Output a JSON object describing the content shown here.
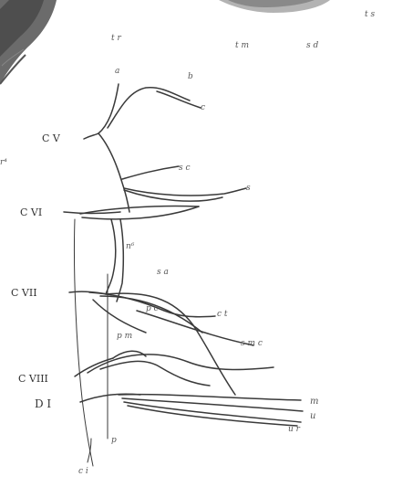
{
  "figure": {
    "nerve_roots": {
      "c5": "C V",
      "c6": "C VI",
      "c7": "C VII",
      "c8": "C VIII",
      "d1": "D I"
    },
    "labels": {
      "ts": "t s",
      "tr": "t r",
      "tm": "t m",
      "sd": "s d",
      "a": "a",
      "b": "b",
      "c": "c",
      "r4": "r⁴",
      "sc": "s c",
      "s": "s",
      "n6": "n⁶",
      "sa": "s a",
      "pc": "p c",
      "ct": "c t",
      "pm": "p m",
      "smc": "s m c",
      "m": "m",
      "u": "u",
      "ur": "u r",
      "p": "p",
      "ci": "c i"
    },
    "ink_color": "#3a3a3a"
  }
}
